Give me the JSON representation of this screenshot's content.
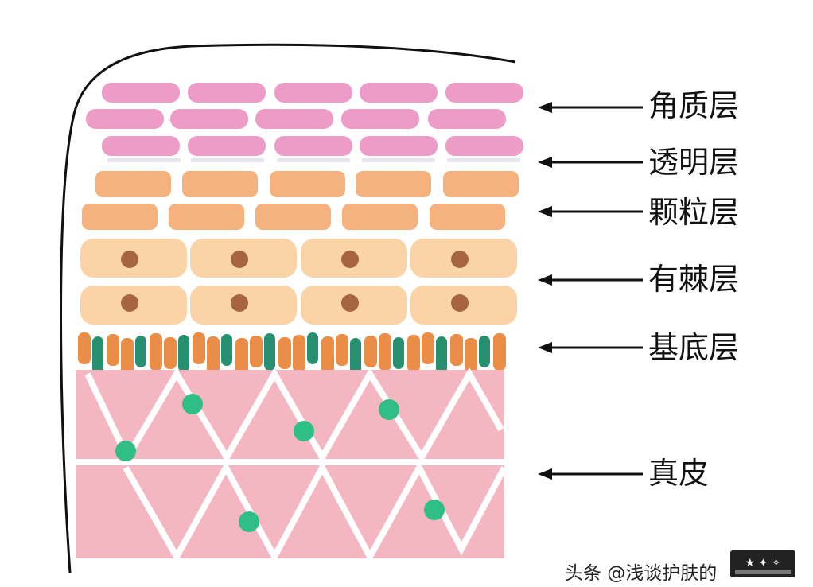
{
  "labels": {
    "stratum_corneum": "角质层",
    "stratum_lucidum": "透明层",
    "stratum_granulosum": "颗粒层",
    "stratum_spinosum": "有棘层",
    "stratum_basale": "基底层",
    "dermis": "真皮"
  },
  "watermark": {
    "text": "头条 @浅谈护肤的"
  },
  "colors": {
    "corneum": "#ec9cc6",
    "lucidum": "#e8e4ee",
    "granulosum": "#f5b27e",
    "spinosum": "#fad4a6",
    "nucleus": "#a6643f",
    "basale_orange": "#e98d47",
    "basale_green": "#269070",
    "dermis": "#f4b7c2",
    "dot_green": "#2fbf86",
    "outline": "#111111"
  },
  "icons": {
    "arrow": "left-arrow-icon"
  }
}
